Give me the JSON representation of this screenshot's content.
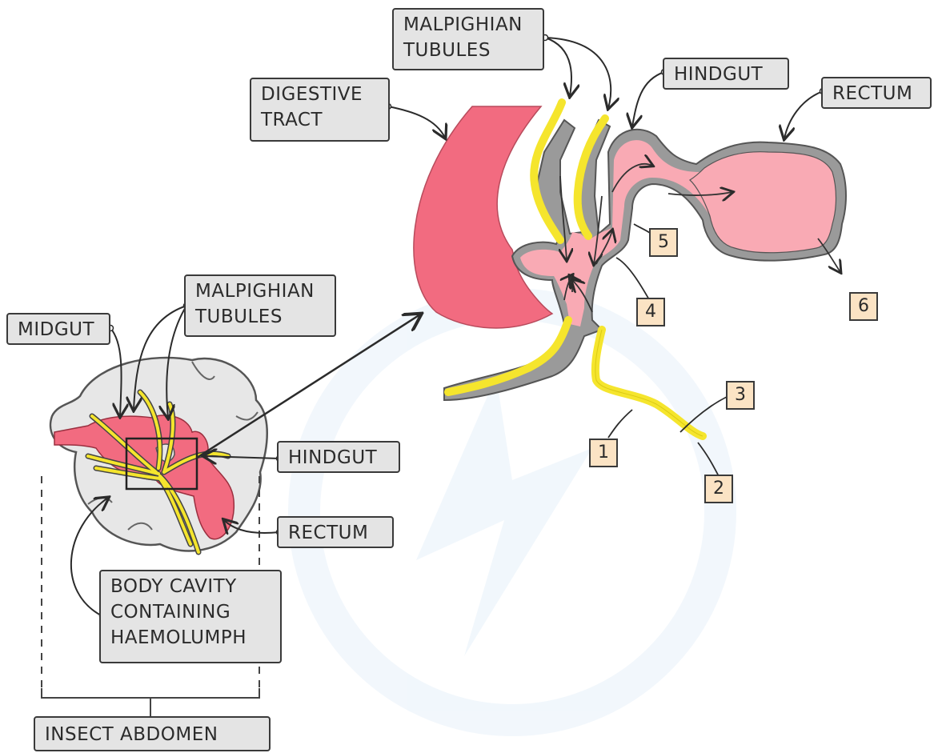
{
  "labels": {
    "malpighian_top": "MALPIGHIAN\nTUBULES",
    "digestive_tract": "DIGESTIVE\nTRACT",
    "hindgut_top": "HINDGUT",
    "rectum_top": "RECTUM",
    "midgut": "MIDGUT",
    "malpighian_left": "MALPIGHIAN\nTUBULES",
    "hindgut_left": "HINDGUT",
    "rectum_left": "RECTUM",
    "body_cavity": "BODY CAVITY\nCONTAINING\nHAEMOLUMPH",
    "insect_abdomen": "INSECT  ABDOMEN"
  },
  "steps": {
    "s1": "1",
    "s2": "2",
    "s3": "3",
    "s4": "4",
    "s5": "5",
    "s6": "6"
  },
  "colors": {
    "gut": "#f26b80",
    "hindgut": "#f9aab4",
    "tubule": "#f5e52d",
    "body": "#e7e7e7",
    "label_bg": "#e4e4e4",
    "number_bg": "#fbe3c4"
  }
}
